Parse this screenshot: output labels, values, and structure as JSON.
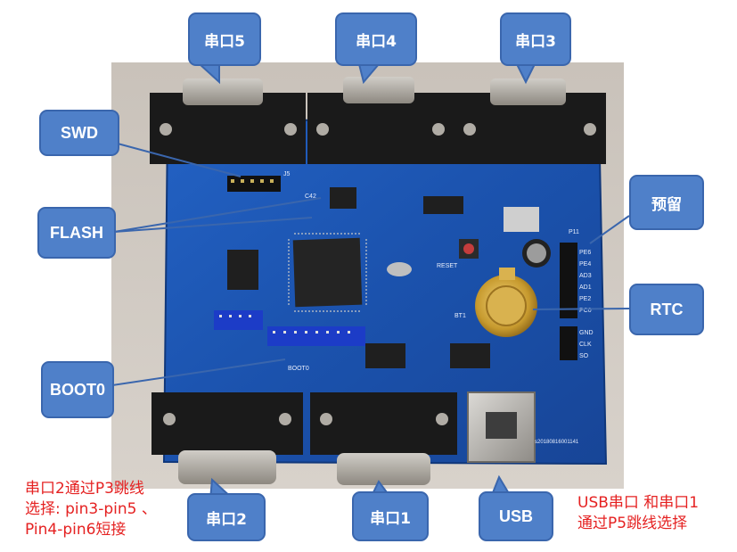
{
  "callouts": {
    "uart5": "串口5",
    "uart4": "串口4",
    "uart3": "串口3",
    "swd": "SWD",
    "flash": "FLASH",
    "reserved": "预留",
    "rtc": "RTC",
    "boot0": "BOOT0",
    "uart2": "串口2",
    "uart1": "串口1",
    "usb": "USB"
  },
  "notes": {
    "uart2_jumper": "串口2通过P3跳线\n选择: pin3-pin5 、\nPin4-pin6短接",
    "usb_uart1_jumper": "USB串口 和串口1\n通过P5跳线选择"
  },
  "board": {
    "silk_swd": "J5",
    "silk_flash": "C42",
    "silk_pins_right": [
      "PE6",
      "PE4",
      "AD3",
      "AD1",
      "PE2",
      "PC0",
      "GND",
      "CLK",
      "SO"
    ],
    "silk_reset": "RESET",
    "silk_bt1": "BT1",
    "silk_boot0": "BOOT0",
    "silk_p11": "P11",
    "silk_serial": "s20180816001141"
  },
  "colors": {
    "pcb": "#1c57b8",
    "callout": "#4f80c9",
    "note_red": "#e52222"
  }
}
